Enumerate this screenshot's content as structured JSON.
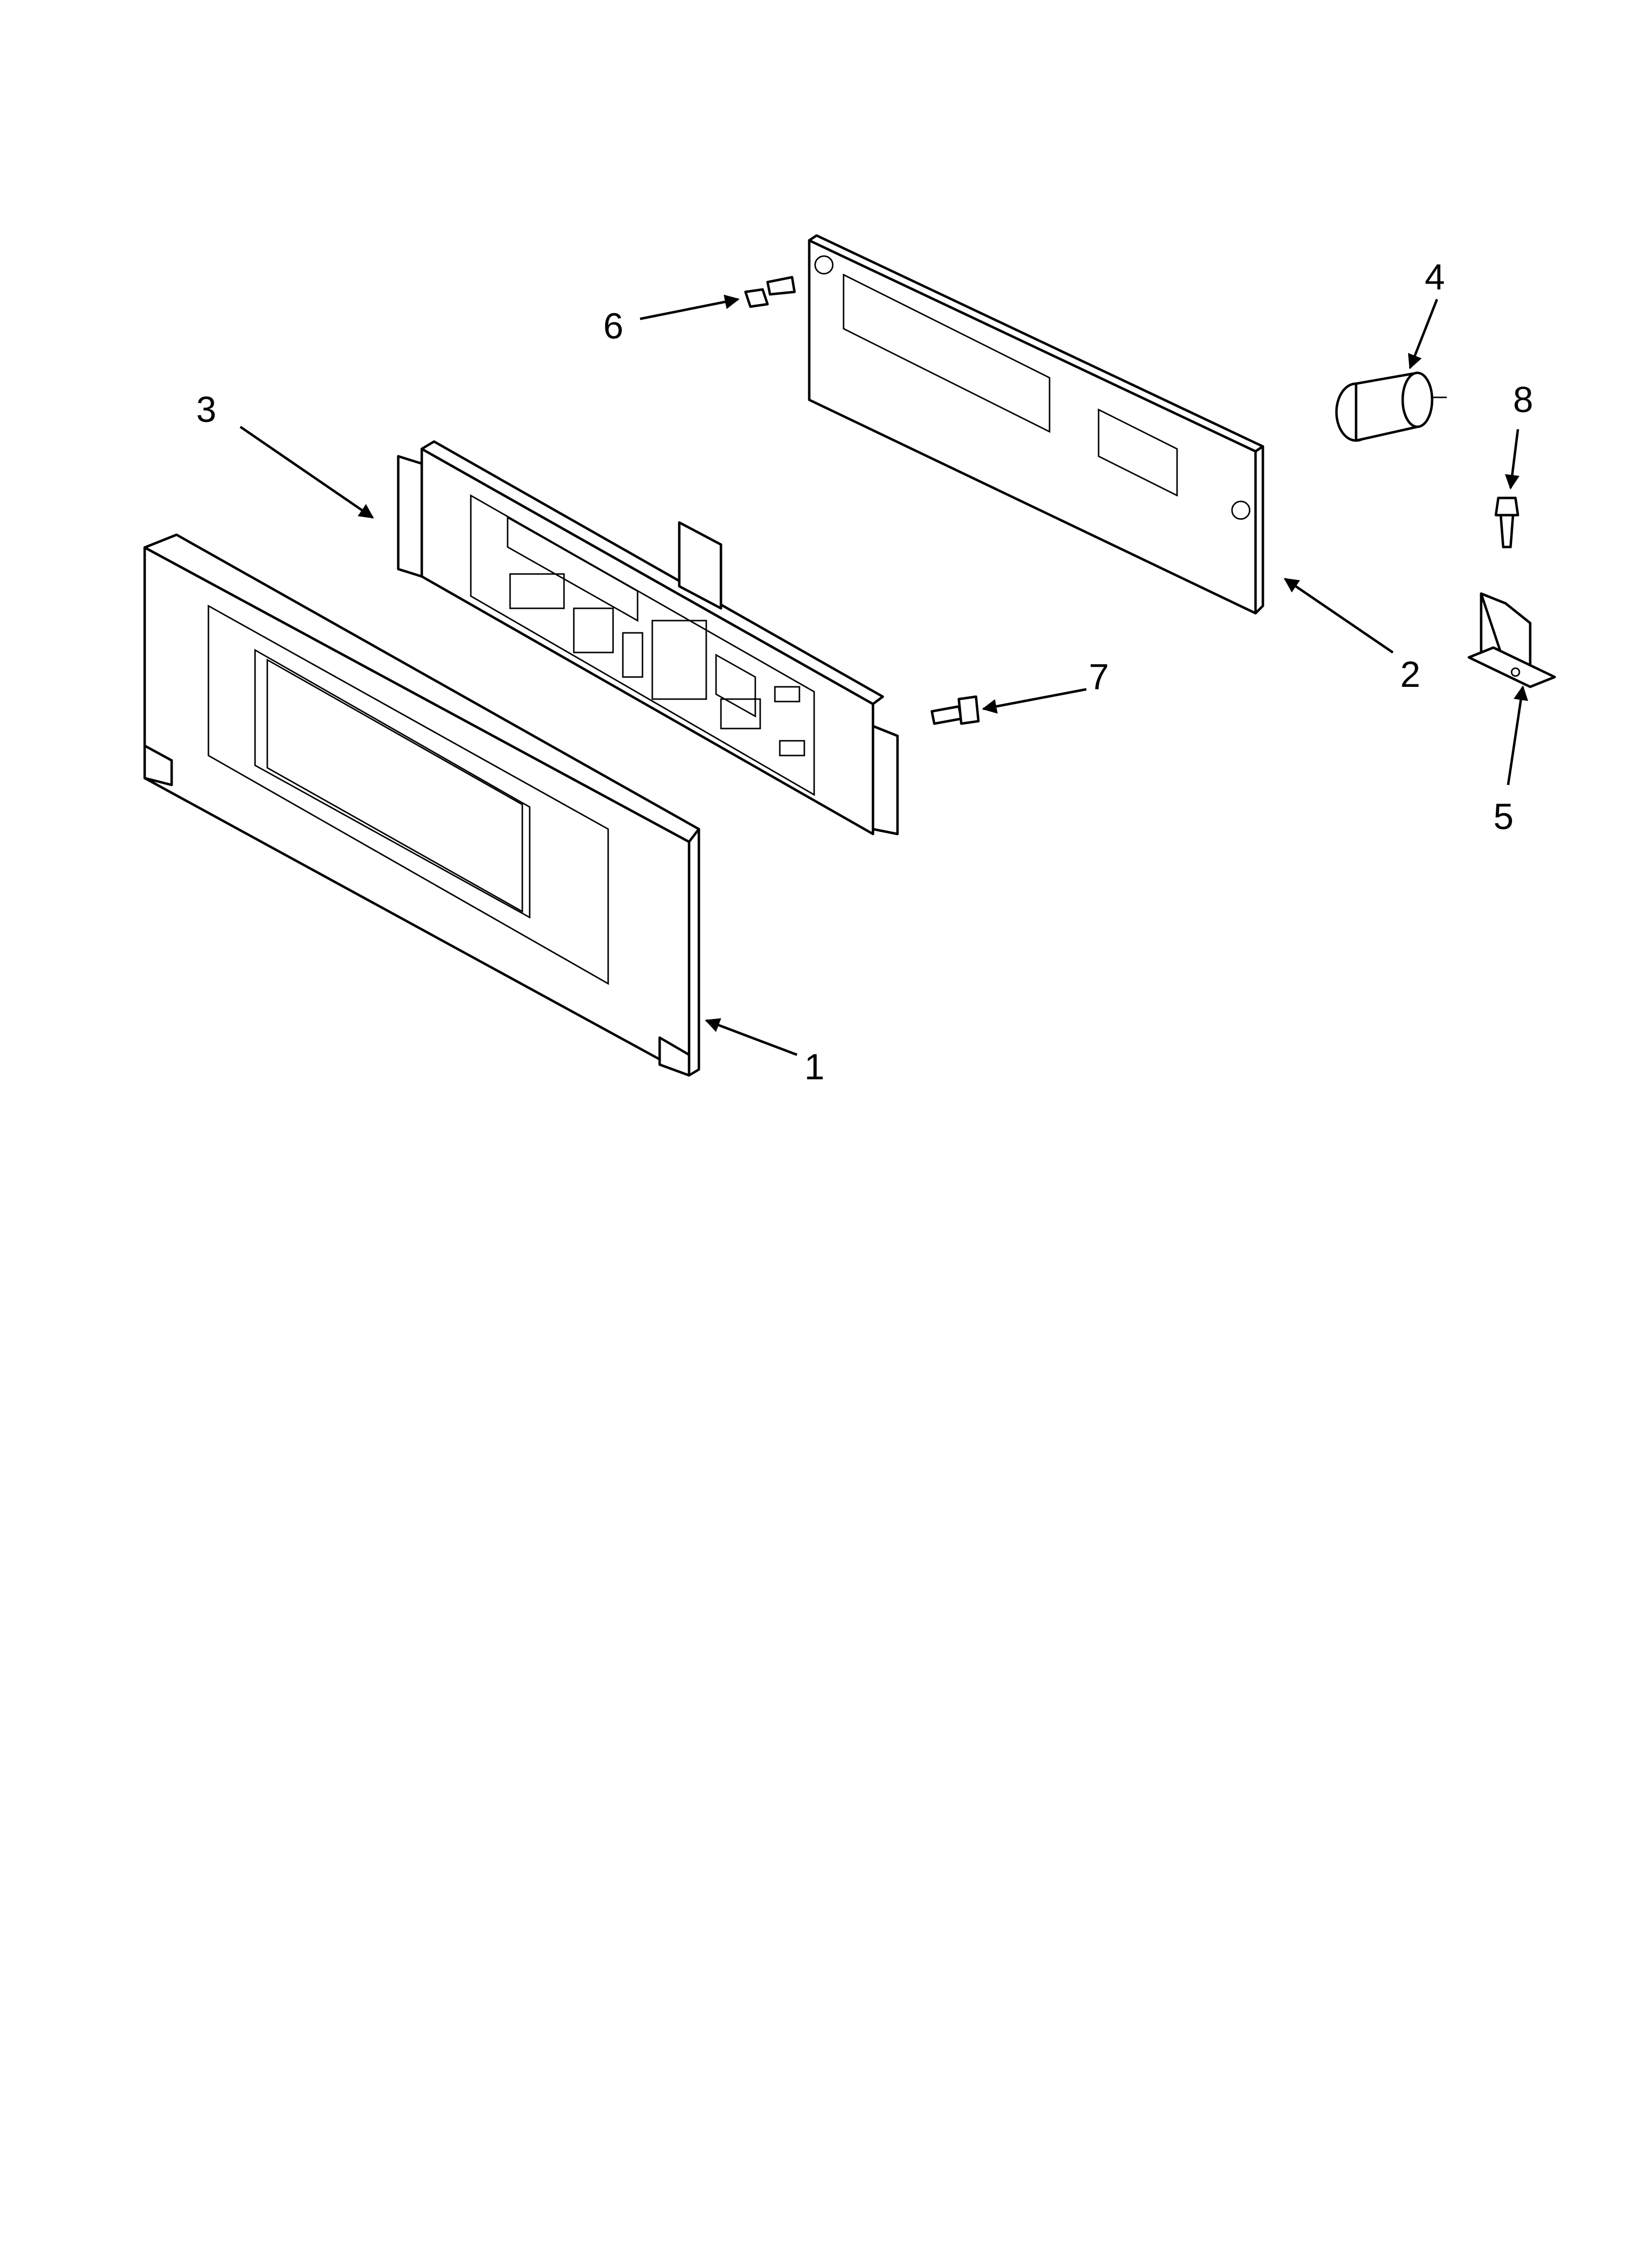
{
  "callouts": [
    {
      "id": "1",
      "label": "1",
      "part": "panel"
    },
    {
      "id": "2",
      "label": "2",
      "part": "control-board"
    },
    {
      "id": "3",
      "label": "3",
      "part": "control-panel-overlay"
    },
    {
      "id": "4",
      "label": "4",
      "part": "knob"
    },
    {
      "id": "5",
      "label": "5",
      "part": "bracket"
    },
    {
      "id": "6",
      "label": "6",
      "part": "screw-board"
    },
    {
      "id": "7",
      "label": "7",
      "part": "screw-panel"
    },
    {
      "id": "8",
      "label": "8",
      "part": "screw-bracket"
    }
  ]
}
